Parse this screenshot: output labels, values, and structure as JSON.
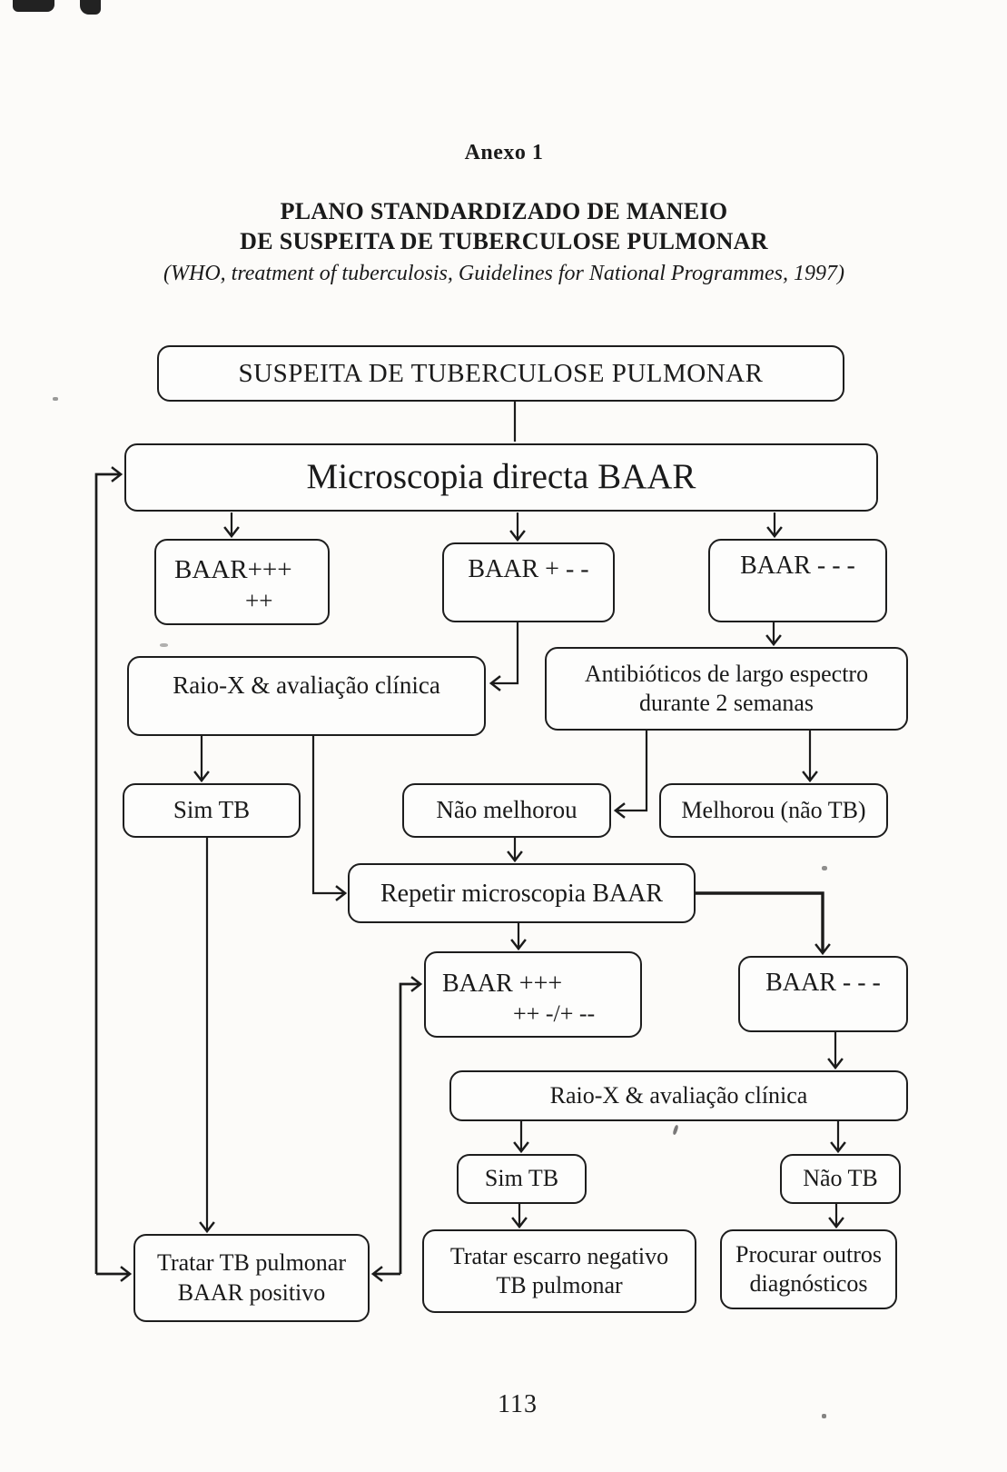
{
  "header": {
    "annex": "Anexo 1",
    "title_line1": "PLANO STANDARDIZADO DE MANEIO",
    "title_line2": "DE SUSPEITA DE TUBERCULOSE PULMONAR",
    "source": "(WHO, treatment of tuberculosis, Guidelines for National Programmes, 1997)"
  },
  "nodes": {
    "suspeita": {
      "label": "SUSPEITA DE TUBERCULOSE PULMONAR"
    },
    "microscopia": {
      "label": "Microscopia directa BAAR"
    },
    "baar_high": {
      "line1": "BAAR+++",
      "line2": "++"
    },
    "baar_mixed": {
      "label": "BAAR + - -"
    },
    "baar_neg": {
      "label": "BAAR - - -"
    },
    "raiox1": {
      "label": "Raio-X & avaliação clínica"
    },
    "antibioticos": {
      "line1": "Antibióticos de largo espectro",
      "line2": "durante 2 semanas"
    },
    "sim_tb1": {
      "label": "Sim TB"
    },
    "nao_melhorou": {
      "label": "Não melhorou"
    },
    "melhorou": {
      "label": "Melhorou (não TB)"
    },
    "repetir": {
      "label": "Repetir microscopia BAAR"
    },
    "baar_high2": {
      "line1": "BAAR +++",
      "line2": "++ -/+ --"
    },
    "baar_neg2": {
      "label": "BAAR - - -"
    },
    "raiox2": {
      "label": "Raio-X & avaliação clínica"
    },
    "sim_tb2": {
      "label": "Sim TB"
    },
    "nao_tb": {
      "label": "Não TB"
    },
    "tratar_tb": {
      "line1": "Tratar TB pulmonar",
      "line2": "BAAR positivo"
    },
    "tratar_escarro": {
      "line1": "Tratar escarro negativo",
      "line2": "TB pulmonar"
    },
    "procurar": {
      "line1": "Procurar outros",
      "line2": "diagnósticos"
    }
  },
  "edges": [
    {
      "from": "suspeita",
      "to": "microscopia"
    },
    {
      "from": "microscopia",
      "to": "baar_high"
    },
    {
      "from": "microscopia",
      "to": "baar_mixed"
    },
    {
      "from": "microscopia",
      "to": "baar_neg"
    },
    {
      "from": "baar_mixed",
      "to": "raiox1"
    },
    {
      "from": "baar_neg",
      "to": "antibioticos"
    },
    {
      "from": "raiox1",
      "to": "sim_tb1"
    },
    {
      "from": "raiox1",
      "to": "repetir"
    },
    {
      "from": "antibioticos",
      "to": "nao_melhorou"
    },
    {
      "from": "antibioticos",
      "to": "melhorou"
    },
    {
      "from": "nao_melhorou",
      "to": "repetir"
    },
    {
      "from": "repetir",
      "to": "baar_high2"
    },
    {
      "from": "repetir",
      "to": "baar_neg2"
    },
    {
      "from": "baar_neg2",
      "to": "raiox2"
    },
    {
      "from": "raiox2",
      "to": "sim_tb2"
    },
    {
      "from": "raiox2",
      "to": "nao_tb"
    },
    {
      "from": "sim_tb1",
      "to": "tratar_tb"
    },
    {
      "from": "baar_high2",
      "to": "tratar_tb",
      "double_headed": true
    },
    {
      "from": "tratar_tb",
      "to": "microscopia",
      "double_headed": true
    },
    {
      "from": "sim_tb2",
      "to": "tratar_escarro"
    },
    {
      "from": "nao_tb",
      "to": "procurar"
    }
  ],
  "footer": {
    "page_number": "113"
  },
  "colors": {
    "ink": "#1b1b1b",
    "paper": "#fcfbf9"
  }
}
